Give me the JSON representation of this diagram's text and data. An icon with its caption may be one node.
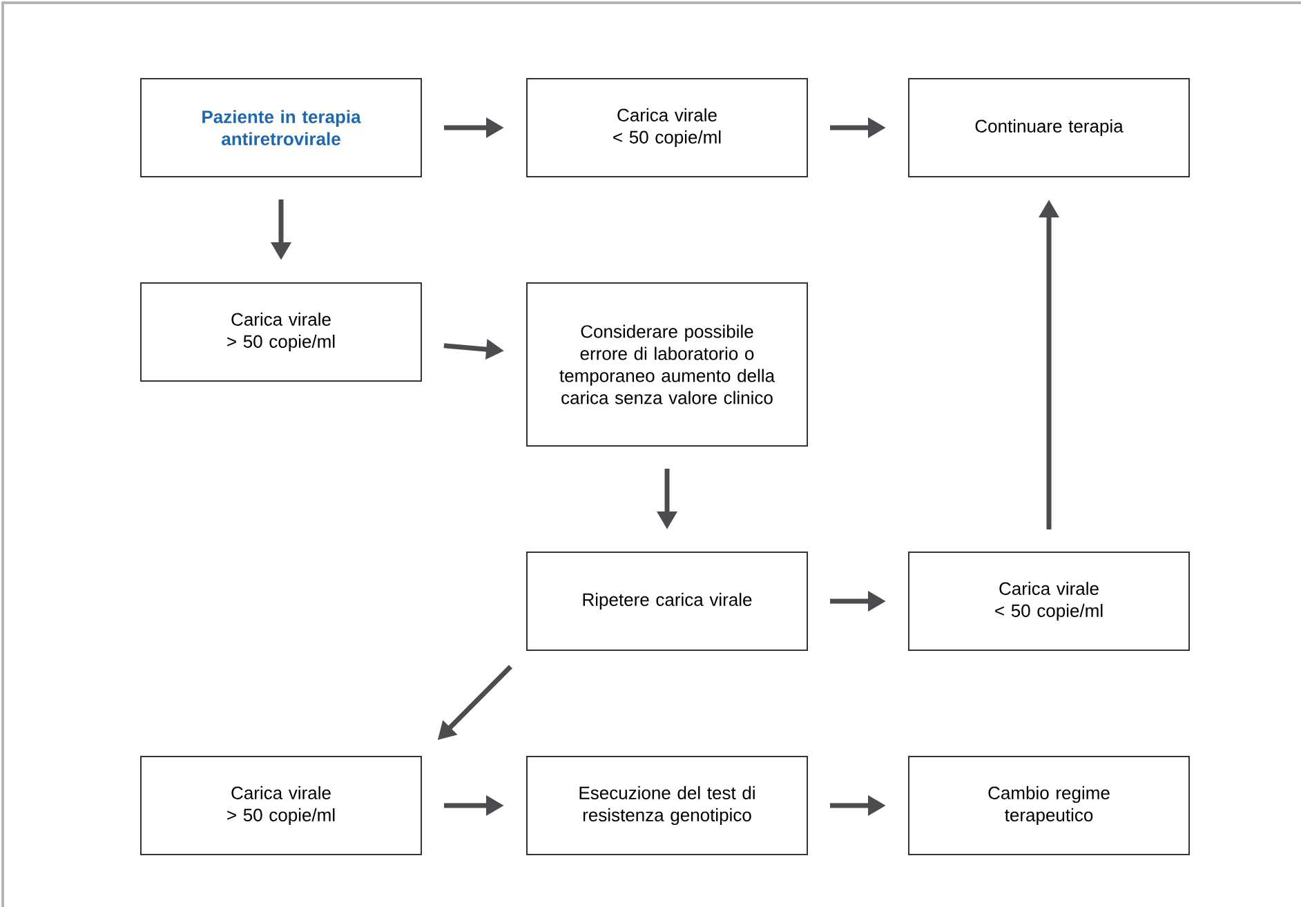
{
  "diagram": {
    "nodes": [
      {
        "text": [
          "Paziente in terapia antiretrovirale"
        ]
      },
      {
        "text": [
          "Carica virale < 50 copie/ml"
        ]
      },
      {
        "text": [
          "Continuare terapia"
        ]
      },
      {
        "text": [
          "Carica virale > 50 copie/ml"
        ]
      },
      {
        "text": [
          "Considerare possibile errore di laboratorio o temporaneo aumento della carica senza valore clinico"
        ]
      },
      {
        "text": [
          "Ripetere carica virale"
        ]
      },
      {
        "text": [
          "Carica virale < 50 copie/ml"
        ]
      },
      {
        "text": [
          "Carica virale > 50 copie/ml"
        ]
      },
      {
        "text": [
          "Esecuzione del test di resistenza genotipico"
        ]
      },
      {
        "text": [
          "Cambio regime terapeutico"
        ]
      }
    ],
    "edges": [
      {
        "from": 0,
        "to": 1,
        "arrow": "to"
      },
      {
        "from": 1,
        "to": 2,
        "arrow": "to"
      },
      {
        "from": 0,
        "to": 3,
        "arrow": "to"
      },
      {
        "from": 3,
        "to": 4,
        "arrow": "to"
      },
      {
        "from": 4,
        "to": 5,
        "arrow": "to"
      },
      {
        "from": 5,
        "to": 6,
        "arrow": "to"
      },
      {
        "from": 6,
        "to": 2,
        "arrow": "to"
      },
      {
        "from": 5,
        "to": 7,
        "arrow": "to"
      },
      {
        "from": 7,
        "to": 8,
        "arrow": "to"
      },
      {
        "from": 8,
        "to": 9,
        "arrow": "to"
      }
    ]
  }
}
